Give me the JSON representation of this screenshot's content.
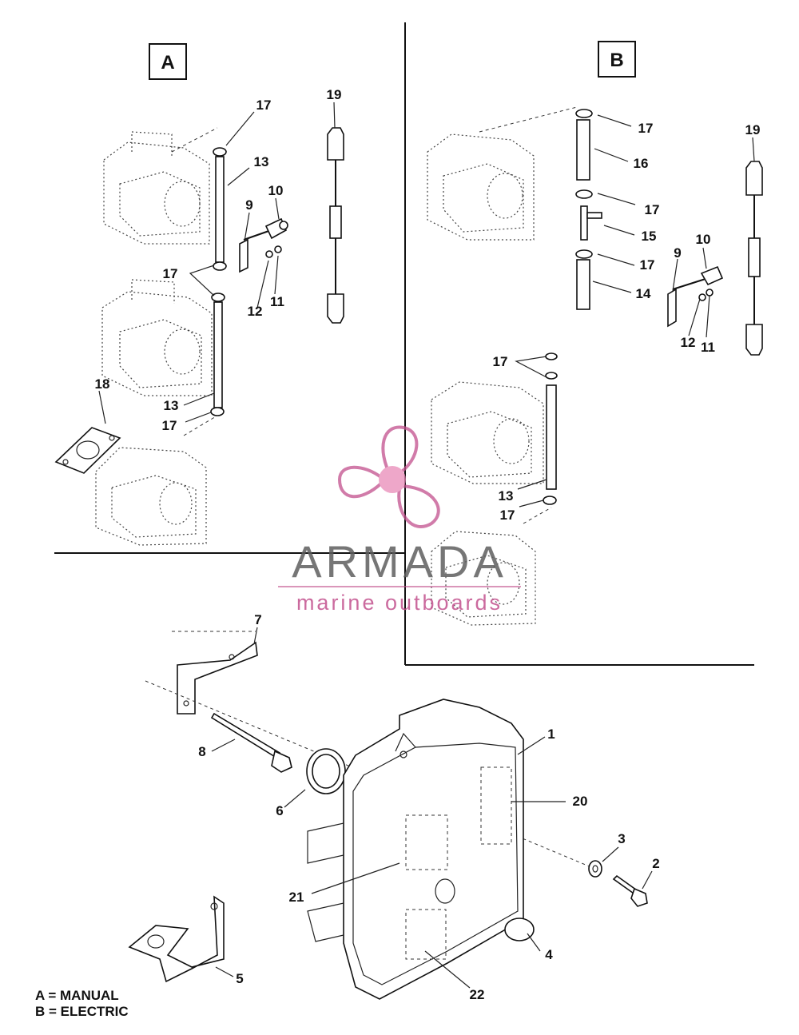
{
  "panels": {
    "a_label": "A",
    "b_label": "B"
  },
  "callouts": {
    "a": [
      "17",
      "13",
      "19",
      "9",
      "10",
      "17",
      "12",
      "11",
      "18",
      "13",
      "17"
    ],
    "b": [
      "17",
      "16",
      "19",
      "17",
      "15",
      "10",
      "9",
      "17",
      "14",
      "12",
      "11",
      "17",
      "13",
      "17"
    ],
    "lower": [
      "7",
      "1",
      "8",
      "20",
      "6",
      "3",
      "2",
      "21",
      "4",
      "5",
      "22"
    ]
  },
  "legend": {
    "line_a": "A = MANUAL",
    "line_b": "B = ELECTRIC"
  },
  "watermark": {
    "title": "ARMADA",
    "subtitle": "marine outboards",
    "color_text": "#5e5e5e",
    "color_brand": "#c2508d"
  }
}
